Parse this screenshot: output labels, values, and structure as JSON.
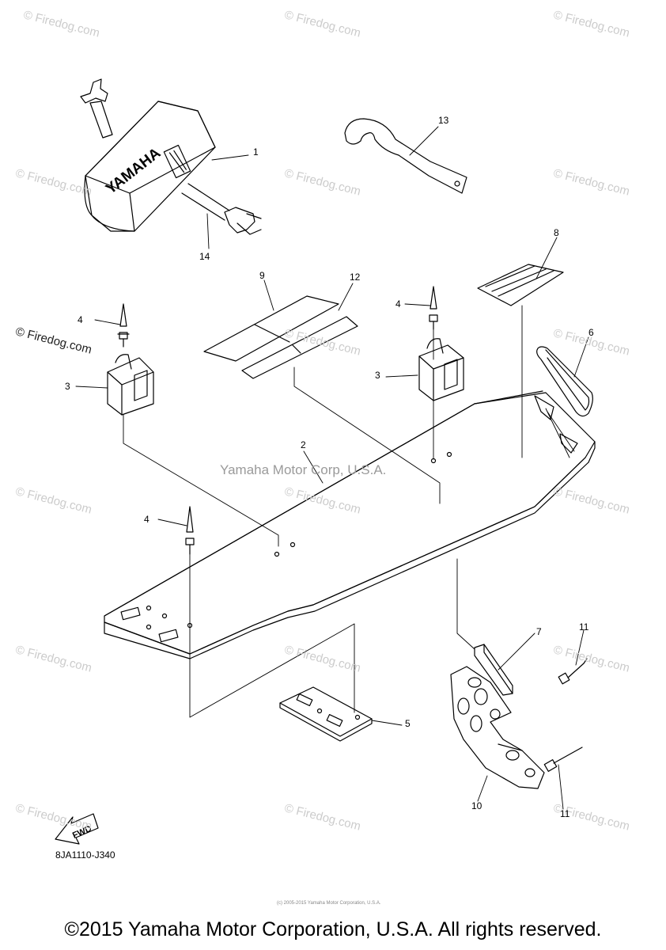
{
  "watermarks": {
    "text": "© Firedog.com",
    "items": [
      "© Firedog.com",
      "© Firedog.com",
      "© Firedog.com",
      "© Firedog.com",
      "© Firedog.com",
      "© Firedog.com",
      "© Firedog.com",
      "© Firedog.com",
      "© Firedog.com",
      "© Firedog.com",
      "© Firedog.com",
      "© Firedog.com",
      "© Firedog.com",
      "© Firedog.com",
      "© Firedog.com",
      "© Firedog.com",
      "© Firedog.com",
      "© Firedog.com"
    ]
  },
  "center_watermark": "Yamaha Motor Corp, U.S.A.",
  "callouts": {
    "c1": "1",
    "c2": "2",
    "c3a": "3",
    "c3b": "3",
    "c4a": "4",
    "c4b": "4",
    "c4c": "4",
    "c5": "5",
    "c6": "6",
    "c7": "7",
    "c8": "8",
    "c9": "9",
    "c10": "10",
    "c11a": "11",
    "c11b": "11",
    "c12": "12",
    "c13": "13",
    "c14": "14"
  },
  "cover_brand": "YAMAHA",
  "fwd_label": "FWD",
  "diagram_code": "8JA1110-J340",
  "fine_print": "(c) 2005-2015 Yamaha Motor Corporation, U.S.A.",
  "copyright": "©2015 Yamaha Motor Corporation, U.S.A. All rights reserved."
}
